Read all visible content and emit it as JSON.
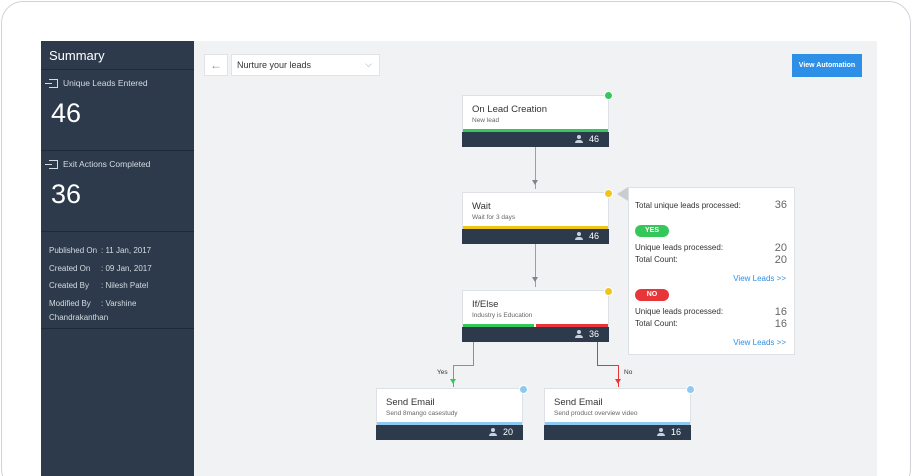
{
  "sidebar": {
    "title": "Summary",
    "unique_leads_label": "Unique Leads Entered",
    "unique_leads_value": "46",
    "exit_actions_label": "Exit Actions Completed",
    "exit_actions_value": "36",
    "published_label": "Published On",
    "published_value": ": 11 Jan, 2017",
    "created_on_label": "Created On",
    "created_on_value": ": 09 Jan, 2017",
    "created_by_label": "Created By",
    "created_by_value": ": Nilesh Patel",
    "modified_by_label": "Modified By",
    "modified_by_value": ": Varshine",
    "modified_by_value2": "Chandrakanthan"
  },
  "toolbar": {
    "back_icon": "←",
    "select_value": "Nurture your leads",
    "select_chevron": "⌵",
    "view_button": "View Automation"
  },
  "nodes": {
    "lead_creation": {
      "title": "On Lead Creation",
      "subtitle": "New lead",
      "count": "46"
    },
    "wait": {
      "title": "Wait",
      "subtitle": "Wait for 3 days",
      "count": "46"
    },
    "ifelse": {
      "title": "If/Else",
      "subtitle": "Industry is Education",
      "count": "36"
    },
    "email_left": {
      "title": "Send Email",
      "subtitle": "Send 8mango casestudy",
      "count": "20"
    },
    "email_right": {
      "title": "Send Email",
      "subtitle": "Send product overview video",
      "count": "16"
    }
  },
  "branches": {
    "yes": "Yes",
    "no": "No"
  },
  "panel": {
    "total_label": "Total unique leads processed:",
    "total_value": "36",
    "yes_pill": "YES",
    "yes_unique_label": "Unique leads processed:",
    "yes_unique_value": "20",
    "yes_total_label": "Total Count:",
    "yes_total_value": "20",
    "yes_link": "View Leads >>",
    "no_pill": "NO",
    "no_unique_label": "Unique leads processed:",
    "no_unique_value": "16",
    "no_total_label": "Total Count:",
    "no_total_value": "16",
    "no_link": "View Leads >>"
  },
  "colors": {
    "sidebar_bg": "#2c3a4b",
    "accent_blue": "#2d8fe6",
    "green": "#35c759",
    "yellow": "#f0c419",
    "red": "#e8353a",
    "light_blue": "#8fc8f0"
  }
}
